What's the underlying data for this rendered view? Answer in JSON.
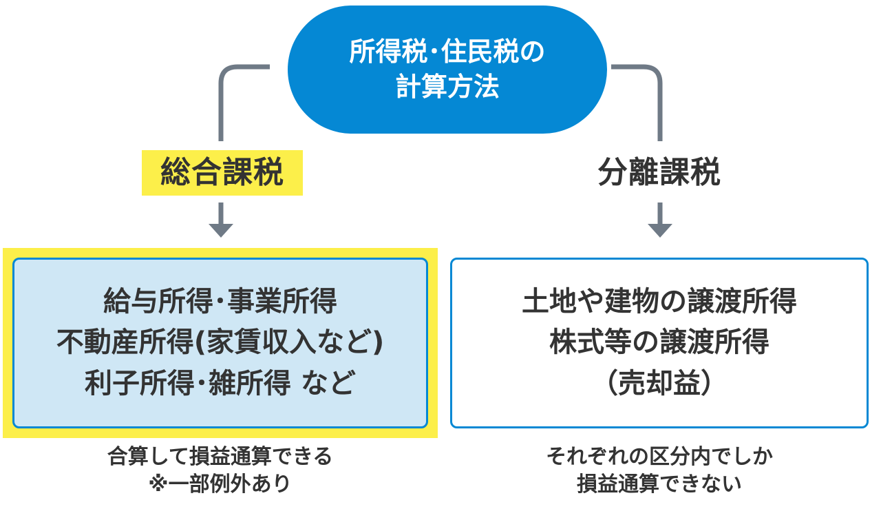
{
  "root": {
    "line1": "所得税･住民税の",
    "line2": "計算方法"
  },
  "branches": {
    "left": {
      "label": "総合課税",
      "box_lines": [
        "給与所得･事業所得",
        "不動産所得(家賃収入など)",
        "利子所得･雑所得 など"
      ],
      "note_lines": [
        "合算して損益通算できる",
        "※一部例外あり"
      ]
    },
    "right": {
      "label": "分離課税",
      "box_lines": [
        "土地や建物の譲渡所得",
        "株式等の譲渡所得",
        "（売却益）"
      ],
      "note_lines": [
        "それぞれの区分内でしか",
        "損益通算できない"
      ]
    }
  },
  "colors": {
    "root_fill": "#0588d4",
    "connector": "#6f7a86",
    "highlight": "#fcef4a",
    "left_box_fill": "#cfe7f5",
    "box_border": "#0588d4",
    "text": "#333333"
  }
}
